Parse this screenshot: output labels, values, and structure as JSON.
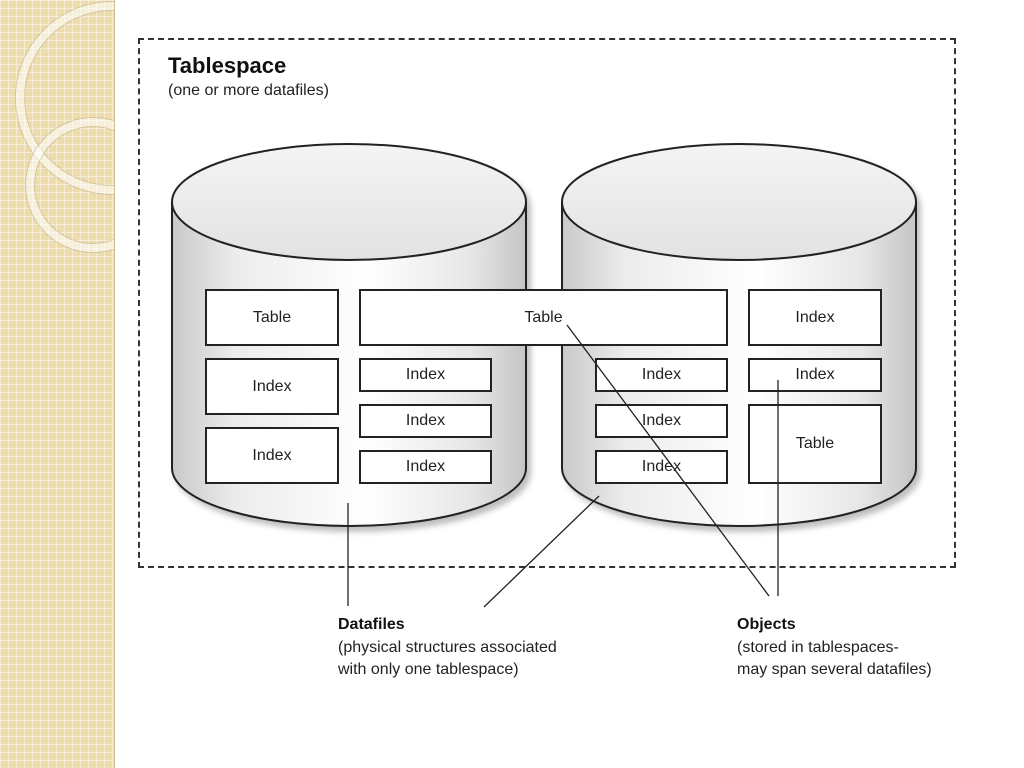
{
  "tablespace": {
    "title": "Tablespace",
    "subtitle": "(one or more datafiles)"
  },
  "datafile_left": {
    "objects": [
      "Table",
      "Index",
      "Index",
      "Index",
      "Index",
      "Index"
    ]
  },
  "spanning_table": "Table",
  "datafile_right": {
    "objects": [
      "Index",
      "Index",
      "Index",
      "Index",
      "Index",
      "Table"
    ]
  },
  "labels": {
    "datafiles": {
      "heading": "Datafiles",
      "line1": "(physical structures associated",
      "line2": "with only one tablespace)"
    },
    "objects": {
      "heading": "Objects",
      "line1": "(stored in tablespaces-",
      "line2": "may span several datafiles)"
    }
  }
}
